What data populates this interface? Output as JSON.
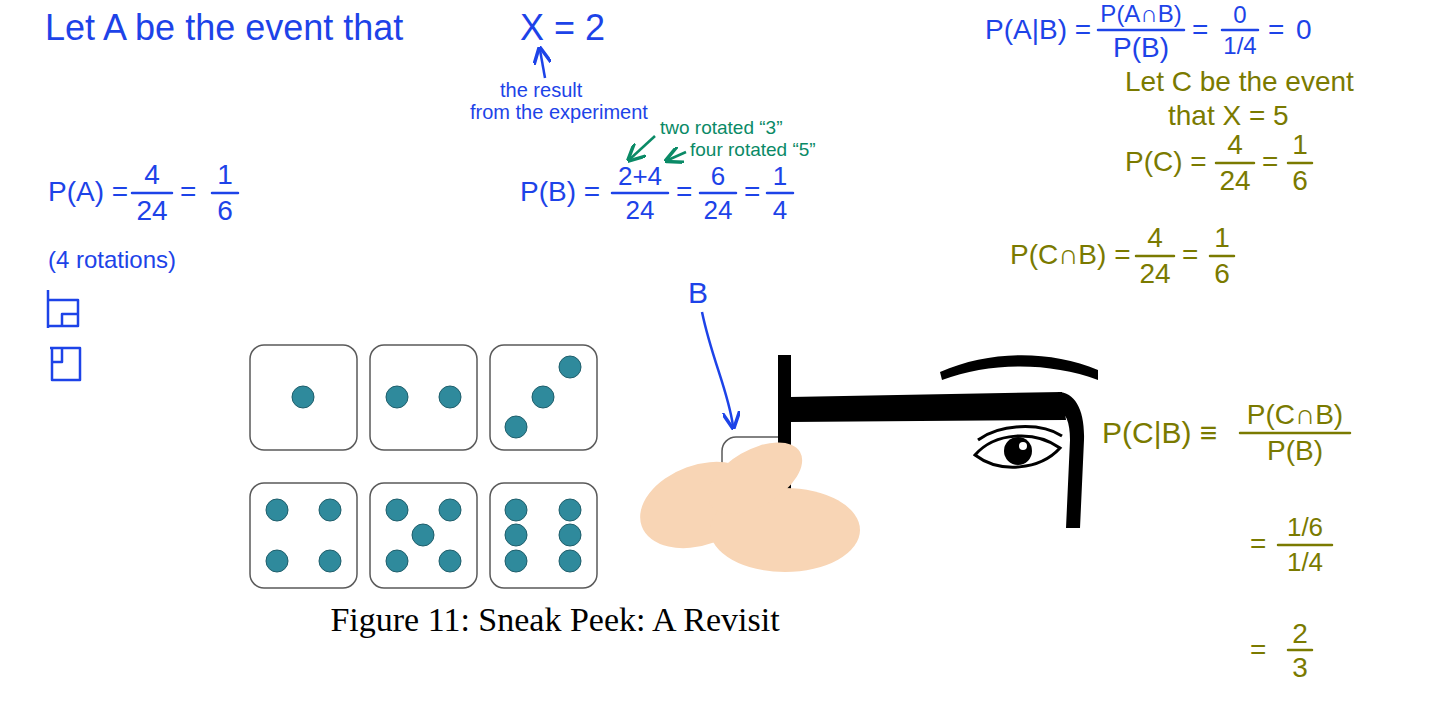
{
  "diagram": {
    "caption": "Figure 11: Sneak Peek: A Revisit",
    "labels": [
      "Let A be the event that",
      "X = 2",
      "the result",
      "from the experiment",
      "two rotated “3”",
      "four rotated “5”",
      "P(A|B) =",
      "P(A∩B)",
      "P(B)",
      "=",
      "0",
      "1/4",
      "=",
      "0",
      "Let C be the event",
      "that X = 5",
      "P(A) =",
      "4",
      "24",
      "=",
      "1",
      "6",
      "P(B) =",
      "2+4",
      "24",
      "=",
      "6",
      "24",
      "=",
      "1",
      "4",
      "P(C) =",
      "4",
      "24",
      "=",
      "1",
      "6",
      "(4 rotations)",
      "P(C∩B) =",
      "4",
      "24",
      "=",
      "1",
      "6",
      "B",
      "P(C|B) ≡",
      "P(C∩B)",
      "P(B)",
      "=",
      "1/6",
      "1/4",
      "=",
      "2",
      "3"
    ]
  }
}
